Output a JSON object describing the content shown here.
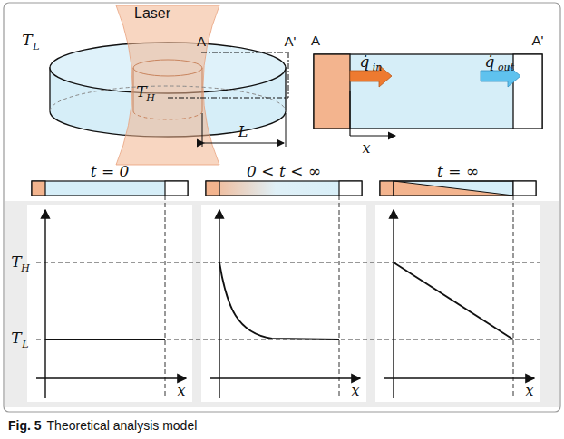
{
  "diagram": {
    "caption": "Theoretical analysis model",
    "labels": [
      "Laser",
      "T",
      "L",
      "A",
      "A'",
      "T",
      "H",
      "L",
      "A",
      "A'",
      "q̇",
      "in",
      "q̇",
      "out",
      "x",
      "t = 0",
      "0 < t < ∞",
      "t = ∞",
      "T",
      "H",
      "T",
      "L",
      "x",
      "x",
      "x",
      "Fig. 5"
    ]
  }
}
